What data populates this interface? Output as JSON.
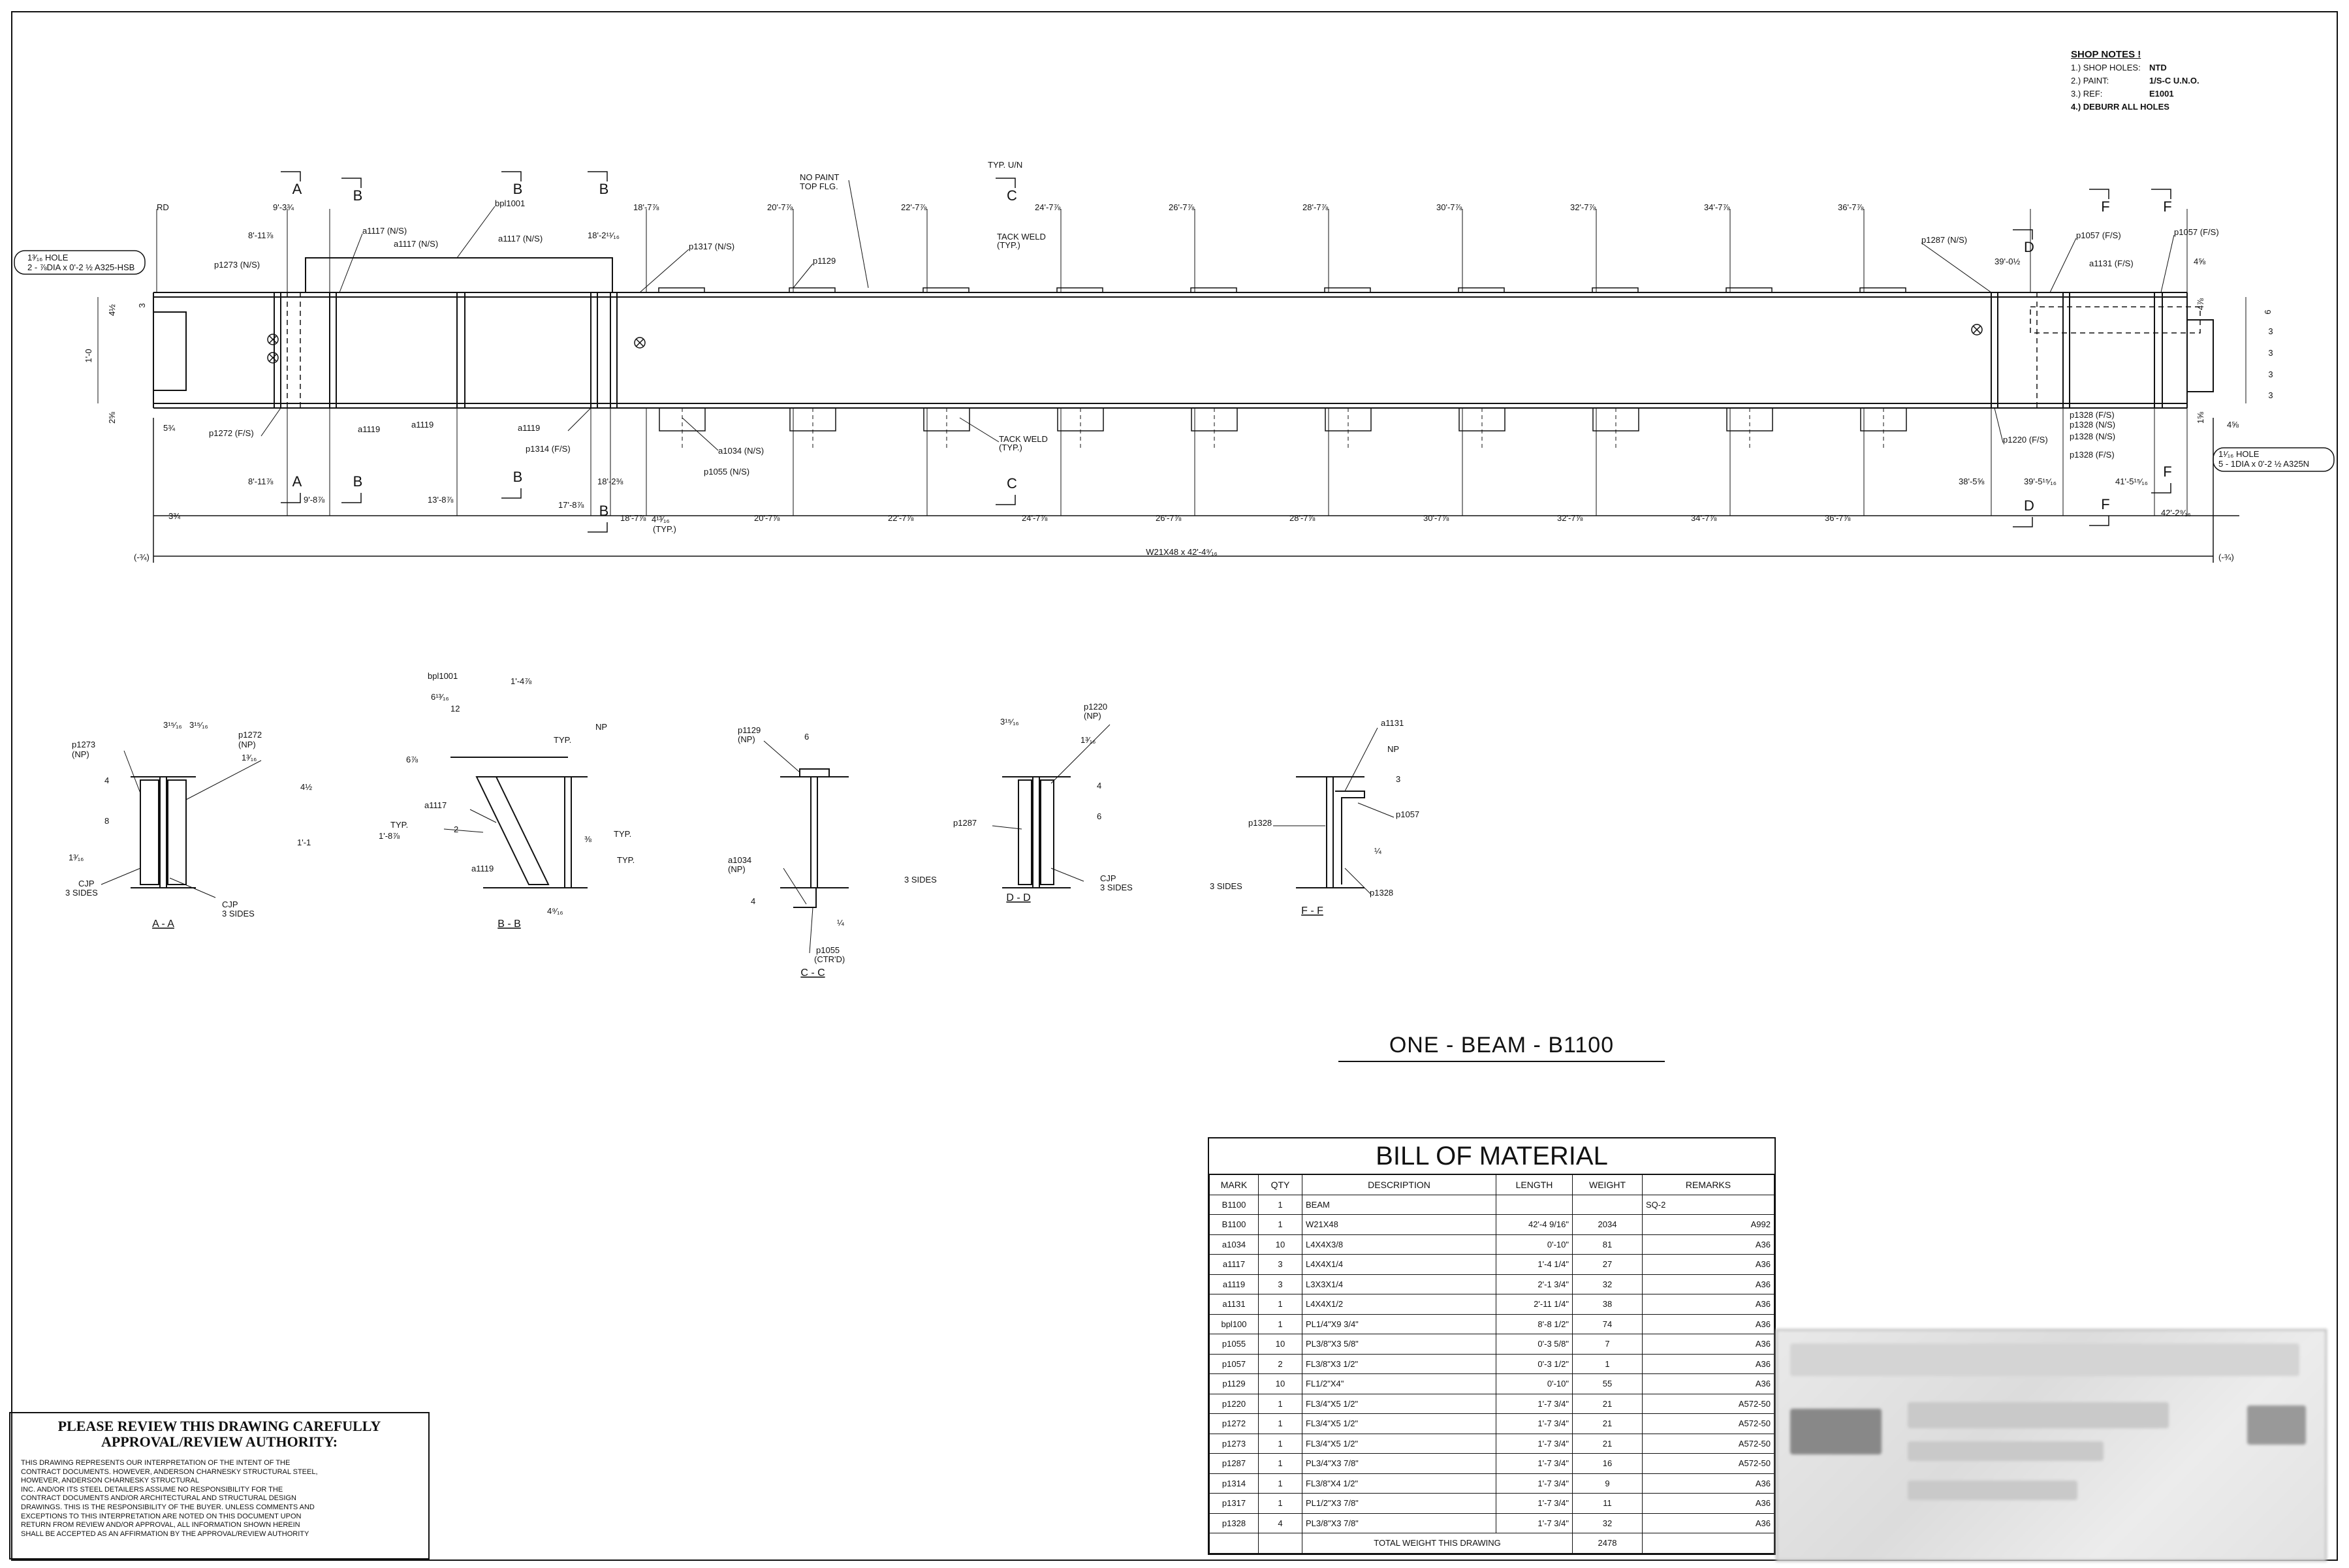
{
  "shop_notes": {
    "title": "SHOP NOTES !",
    "items": [
      {
        "key": "1.) SHOP HOLES:",
        "value": "NTD"
      },
      {
        "key": "2.) PAINT:",
        "value": "1/S-C U.N.O."
      },
      {
        "key": "3.) REF:",
        "value": "E1001"
      },
      {
        "key": "4.) DEBURR ALL HOLES",
        "value": ""
      }
    ]
  },
  "elevation": {
    "top_dims": [
      "RD",
      "9'-3¾",
      "8'-11⅞",
      "18'-7⅞",
      "18'-2¹¹⁄₁₆",
      "20'-7⅞",
      "22'-7⅞",
      "24'-7⅞",
      "26'-7⅞",
      "28'-7⅞",
      "30'-7⅞",
      "32'-7⅞",
      "34'-7⅞",
      "36'-7⅞",
      "39'-0½",
      "4⅝"
    ],
    "bottom_dims": [
      "8'-11⅞",
      "9'-8⅞",
      "13'-8⅞",
      "17'-8⅞",
      "18'-2⅜",
      "18'-7⅞",
      "4¹³⁄₁₆",
      "20'-7⅞",
      "22'-7⅞",
      "24'-7⅞",
      "26'-7⅞",
      "28'-7⅞",
      "30'-7⅞",
      "32'-7⅞",
      "34'-7⅞",
      "36'-7⅞",
      "38'-5⅝",
      "39'-5¹⁵⁄₁₆",
      "41'-5¹⁵⁄₁₆",
      "42'-2⁹⁄₁₆",
      "5¾",
      "3¾"
    ],
    "overall": "W21X48 x 42'-4⁹⁄₁₆",
    "left_end": "(-¾)",
    "right_end": "(-¾)",
    "typ": "(TYP.)",
    "left_vert_dims": [
      "4½",
      "1'-0",
      "2⅝",
      "3"
    ],
    "right_vert_dims": [
      "4⅞",
      "6",
      "3",
      "3",
      "3",
      "3",
      "1⅝",
      "4⅝"
    ],
    "left_hole_note": [
      "1³⁄₁₆ HOLE",
      "2 - ⅞DIA x 0'-2 ½ A325-HSB"
    ],
    "right_hole_note": [
      "1¹⁄₁₆ HOLE",
      "5 - 1DIA x 0'-2 ½ A325N"
    ],
    "top_labels": [
      "bpl1001",
      "a1117 (N/S)",
      "a1117 (N/S)",
      "a1117 (N/S)",
      "p1317 (N/S)",
      "p1273 (N/S)",
      "p1129",
      "NO PAINT",
      "TOP FLG.",
      "TYP. U/N",
      "TACK WELD",
      "(TYP.)",
      "p1287 (N/S)",
      "p1057 (F/S)",
      "p1057 (F/S)",
      "a1131 (F/S)"
    ],
    "bottom_labels": [
      "p1272 (F/S)",
      "a1119",
      "a1119",
      "a1119",
      "p1314 (F/S)",
      "a1034 (N/S)",
      "p1055 (N/S)",
      "TACK WELD",
      "(TYP.)",
      "p1220 (F/S)",
      "p1328 (F/S)",
      "p1328 (N/S)",
      "p1328 (N/S)",
      "p1328 (F/S)"
    ],
    "section_letters": [
      "A",
      "B",
      "B",
      "B",
      "C",
      "D",
      "F",
      "F"
    ]
  },
  "sections": [
    {
      "title": "A - A",
      "labels": [
        "p1273",
        "(NP)",
        "p1272",
        "(NP)",
        "3¹⁵⁄₁₆",
        "3¹⁵⁄₁₆",
        "1³⁄₁₆",
        "1³⁄₁₆",
        "4",
        "8",
        "4½",
        "1'-1",
        "CJP",
        "3 SIDES",
        "CJP",
        "3 SIDES"
      ]
    },
    {
      "title": "B - B",
      "labels": [
        "bpl1001",
        "1'-4⅞",
        "6¹³⁄₁₆",
        "12",
        "6⅞",
        "NP",
        "TYP.",
        "a1117",
        "TYP.",
        "TYP.",
        "TYP.",
        "a1119",
        "1'-8⅞",
        "4⁹⁄₁₆",
        "2",
        "⅜"
      ]
    },
    {
      "title": "C - C",
      "labels": [
        "p1129",
        "(NP)",
        "6",
        "a1034",
        "(NP)",
        "4",
        "p1055",
        "(CTR'D)",
        "¼"
      ]
    },
    {
      "title": "D - D",
      "labels": [
        "3¹⁵⁄₁₆",
        "p1220",
        "(NP)",
        "1³⁄₁₆",
        "4",
        "6",
        "p1287",
        "3 SIDES",
        "CJP",
        "3 SIDES"
      ]
    },
    {
      "title": "F - F",
      "labels": [
        "a1131",
        "NP",
        "3",
        "p1328",
        "p1057",
        "3 SIDES",
        "p1328",
        "¼"
      ]
    }
  ],
  "beam_title": "ONE - BEAM - B1100",
  "bom": {
    "title": "BILL OF MATERIAL",
    "headers": [
      "MARK",
      "QTY",
      "DESCRIPTION",
      "LENGTH",
      "WEIGHT",
      "REMARKS"
    ],
    "rows": [
      [
        "B1100",
        "1",
        "BEAM",
        "",
        "",
        "SQ-2"
      ],
      [
        "B1100",
        "1",
        "W21X48",
        "42'-4 9/16\"",
        "2034",
        "A992"
      ],
      [
        "a1034",
        "10",
        "L4X4X3/8",
        "0'-10\"",
        "81",
        "A36"
      ],
      [
        "a1117",
        "3",
        "L4X4X1/4",
        "1'-4 1/4\"",
        "27",
        "A36"
      ],
      [
        "a1119",
        "3",
        "L3X3X1/4",
        "2'-1 3/4\"",
        "32",
        "A36"
      ],
      [
        "a1131",
        "1",
        "L4X4X1/2",
        "2'-11 1/4\"",
        "38",
        "A36"
      ],
      [
        "bpl100",
        "1",
        "PL1/4\"X9 3/4\"",
        "8'-8 1/2\"",
        "74",
        "A36"
      ],
      [
        "p1055",
        "10",
        "PL3/8\"X3 5/8\"",
        "0'-3 5/8\"",
        "7",
        "A36"
      ],
      [
        "p1057",
        "2",
        "FL3/8\"X3 1/2\"",
        "0'-3 1/2\"",
        "1",
        "A36"
      ],
      [
        "p1129",
        "10",
        "FL1/2\"X4\"",
        "0'-10\"",
        "55",
        "A36"
      ],
      [
        "p1220",
        "1",
        "FL3/4\"X5 1/2\"",
        "1'-7 3/4\"",
        "21",
        "A572-50"
      ],
      [
        "p1272",
        "1",
        "FL3/4\"X5 1/2\"",
        "1'-7 3/4\"",
        "21",
        "A572-50"
      ],
      [
        "p1273",
        "1",
        "FL3/4\"X5 1/2\"",
        "1'-7 3/4\"",
        "21",
        "A572-50"
      ],
      [
        "p1287",
        "1",
        "PL3/4\"X3 7/8\"",
        "1'-7 3/4\"",
        "16",
        "A572-50"
      ],
      [
        "p1314",
        "1",
        "FL3/8\"X4 1/2\"",
        "1'-7 3/4\"",
        "9",
        "A36"
      ],
      [
        "p1317",
        "1",
        "PL1/2\"X3 7/8\"",
        "1'-7 3/4\"",
        "11",
        "A36"
      ],
      [
        "p1328",
        "4",
        "PL3/8\"X3 7/8\"",
        "1'-7 3/4\"",
        "32",
        "A36"
      ]
    ],
    "total_label": "TOTAL WEIGHT THIS DRAWING",
    "total_value": "2478"
  },
  "review": {
    "heading_1": "PLEASE REVIEW THIS DRAWING CAREFULLY",
    "heading_2": "APPROVAL/REVIEW AUTHORITY:",
    "body": [
      "THIS DRAWING REPRESENTS OUR INTERPRETATION OF THE INTENT OF THE",
      "CONTRACT DOCUMENTS. HOWEVER, ANDERSON CHARNESKY STRUCTURAL STEEL,",
      "HOWEVER, ANDERSON CHARNESKY STRUCTURAL",
      "INC. AND/OR ITS STEEL DETAILERS ASSUME NO RESPONSIBILITY FOR THE",
      "CONTRACT DOCUMENTS AND/OR ARCHITECTURAL AND STRUCTURAL DESIGN",
      "DRAWINGS. THIS IS THE RESPONSIBILITY OF THE BUYER. UNLESS COMMENTS AND",
      "EXCEPTIONS TO THIS INTERPRETATION ARE NOTED ON THIS DOCUMENT UPON",
      "RETURN FROM REVIEW AND/OR APPROVAL, ALL INFORMATION SHOWN HEREIN",
      "SHALL BE ACCEPTED AS AN AFFIRMATION BY THE APPROVAL/REVIEW AUTHORITY"
    ]
  },
  "colors": {
    "line": "#111111",
    "paper": "#ffffff",
    "blur_block": "#dcdcdc"
  }
}
